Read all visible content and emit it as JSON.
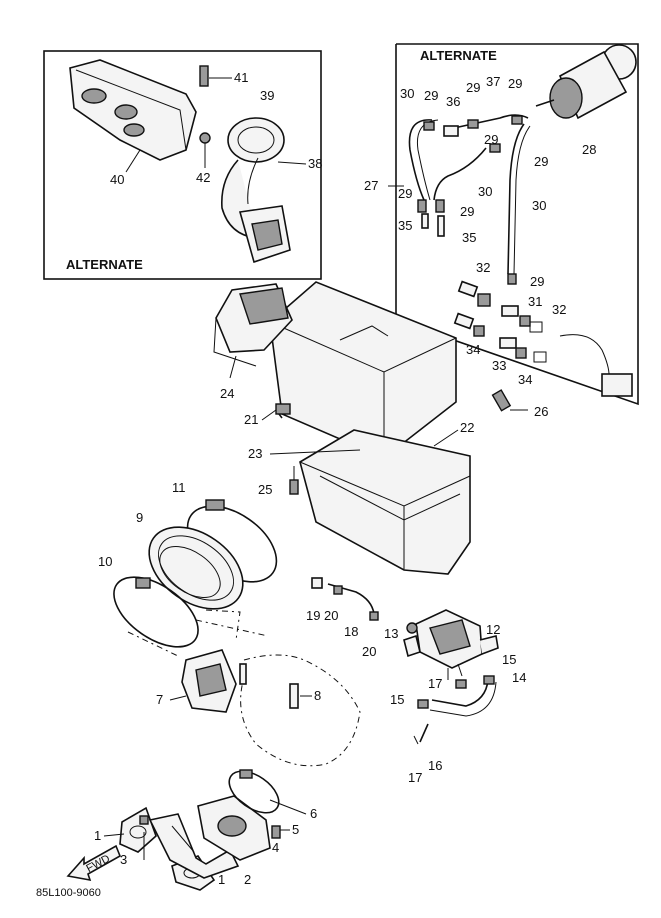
{
  "diagram": {
    "alternate_label": "ALTERNATE",
    "drawing_code": "85L100-9060",
    "fwd_label": "FWD",
    "callouts": {
      "c1a": "1",
      "c1b": "1",
      "c2": "2",
      "c3": "3",
      "c4": "4",
      "c5": "5",
      "c6": "6",
      "c7": "7",
      "c8": "8",
      "c9": "9",
      "c10": "10",
      "c11": "11",
      "c12": "12",
      "c13": "13",
      "c14": "14",
      "c15a": "15",
      "c15b": "15",
      "c16": "16",
      "c17a": "17",
      "c17b": "17",
      "c18": "18",
      "c19": "19",
      "c20a": "20",
      "c20b": "20",
      "c21": "21",
      "c22": "22",
      "c23": "23",
      "c24": "24",
      "c25": "25",
      "c26": "26",
      "c27": "27",
      "c28": "28",
      "c29a": "29",
      "c29b": "29",
      "c29c": "29",
      "c29d": "29",
      "c29e": "29",
      "c29f": "29",
      "c29g": "29",
      "c29h": "29",
      "c30a": "30",
      "c30b": "30",
      "c30c": "30",
      "c31": "31",
      "c32a": "32",
      "c32b": "32",
      "c33": "33",
      "c34a": "34",
      "c34b": "34",
      "c35a": "35",
      "c35b": "35",
      "c36": "36",
      "c37": "37",
      "c38": "38",
      "c39": "39",
      "c40": "40",
      "c41": "41",
      "c42": "42"
    }
  }
}
